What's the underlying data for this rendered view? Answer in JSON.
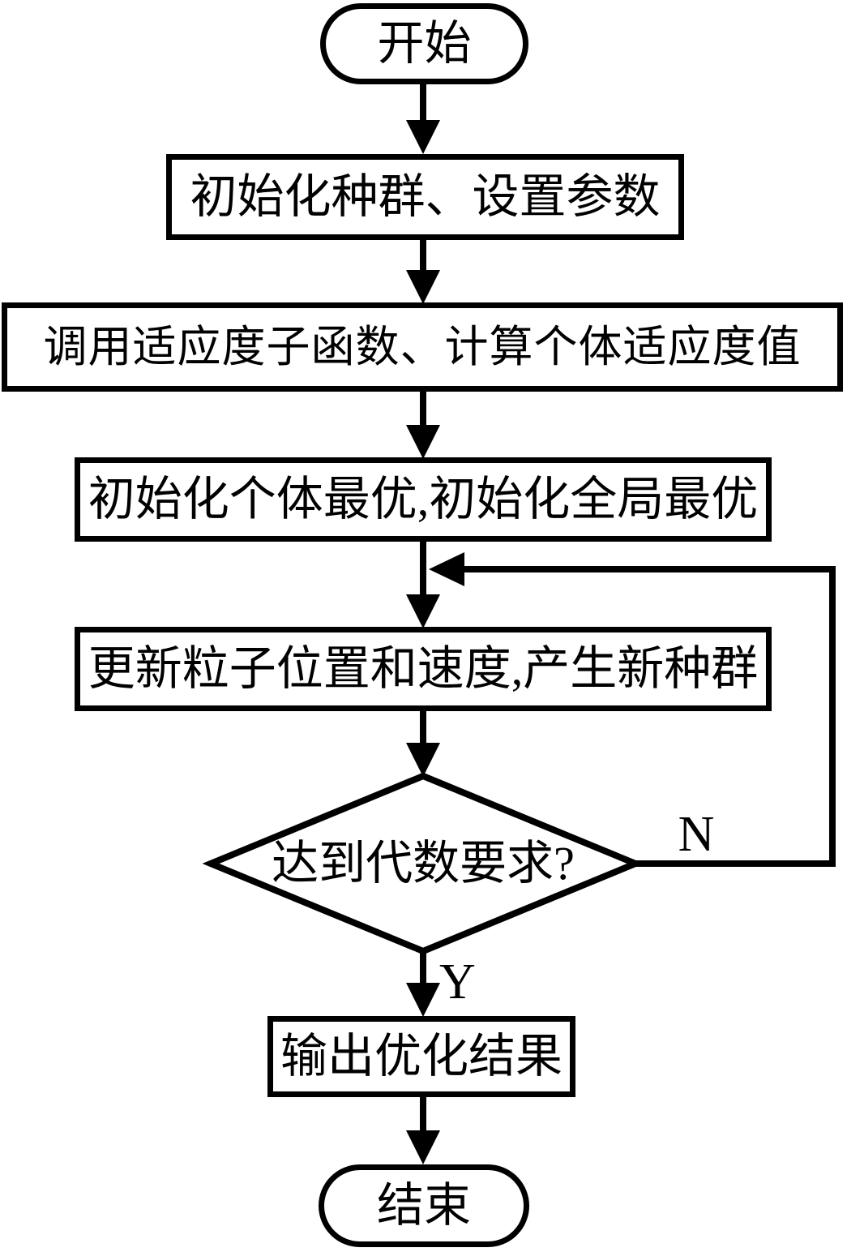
{
  "nodes": {
    "start": "开始",
    "init_population": "初始化种群、设置参数",
    "compute_fitness": "调用适应度子函数、计算个体适应度值",
    "init_best": "初始化个体最优,初始化全局最优",
    "update_particles": "更新粒子位置和速度,产生新种群",
    "decision": "达到代数要求?",
    "output_result": "输出优化结果",
    "end": "结束"
  },
  "branch_labels": {
    "no": "N",
    "yes": "Y"
  },
  "colors": {
    "stroke": "#000000",
    "background": "#ffffff",
    "node_fill": "#ffffff"
  }
}
